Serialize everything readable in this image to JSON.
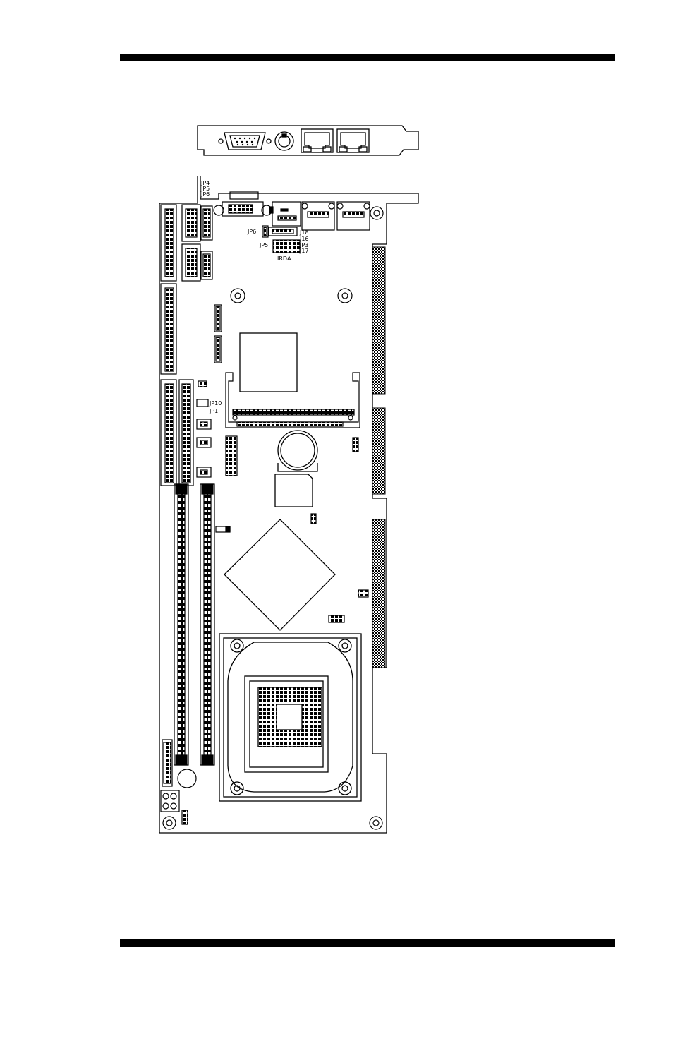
{
  "labels": {
    "jp4": "JP4",
    "jp5a": "JP5",
    "jp6a": "JP6",
    "jp6": "JP6",
    "j18": "J18",
    "j16": "J16",
    "jp5": "JP5",
    "irda": "IRDA",
    "jp3": "JP3",
    "j17": "J17",
    "jp10": "JP10",
    "jp1": "JP1"
  },
  "colors": {
    "ink": "#000000",
    "paper": "#ffffff"
  }
}
